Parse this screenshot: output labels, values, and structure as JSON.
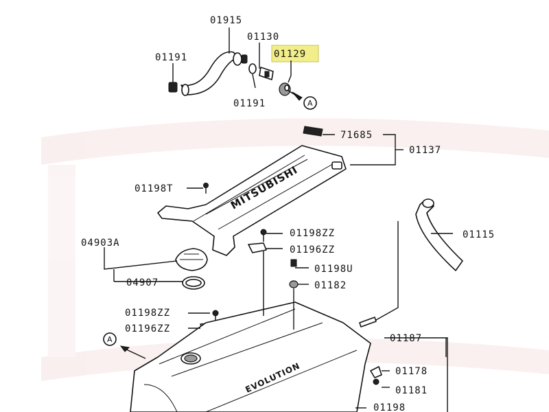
{
  "labels": {
    "p01915": "01915",
    "p01130": "01130",
    "p01129": "01129",
    "p01191a": "01191",
    "p01191b": "01191",
    "p71685": "71685",
    "p01137": "01137",
    "p01198t": "01198T",
    "p01115": "01115",
    "p01198zz_a": "01198ZZ",
    "p01196zz_a": "01196ZZ",
    "p04903a": "04903A",
    "p01198u": "01198U",
    "p04907": "04907",
    "p01182": "01182",
    "p01198zz_b": "01198ZZ",
    "p01196zz_b": "01196ZZ",
    "p01187": "01187",
    "p01178": "01178",
    "p01181": "01181",
    "p01198": "01198"
  },
  "markers": {
    "a_top": "A",
    "a_left": "A"
  },
  "cover_text": {
    "brand": "MITSUBISHI",
    "lancer": "EVOLUTION"
  },
  "colors": {
    "highlight": "#f2ee8a",
    "line": "#111111",
    "watermark": "#f4dada"
  }
}
